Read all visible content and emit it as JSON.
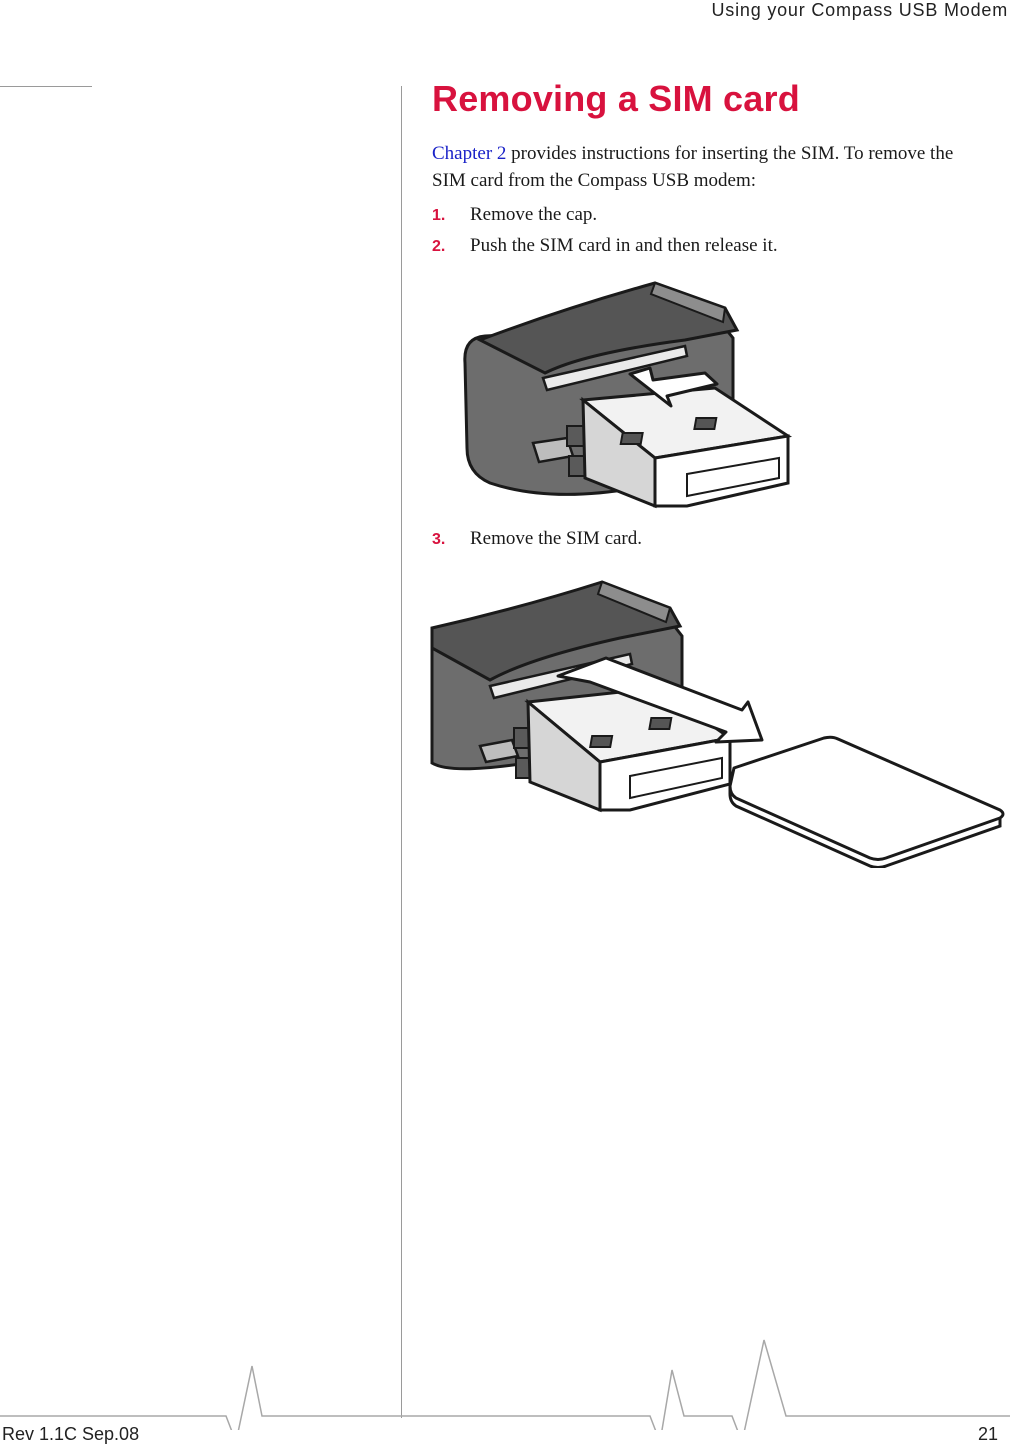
{
  "header": {
    "running_title": "Using your Compass USB Modem"
  },
  "section": {
    "title": "Removing a SIM card",
    "intro_link": "Chapter 2",
    "intro_rest": " provides instructions for inserting the SIM. To remove the SIM card from the Compass USB modem:"
  },
  "steps": [
    {
      "num": "1.",
      "text": "Remove the cap."
    },
    {
      "num": "2.",
      "text": "Push the SIM card in and then release it."
    },
    {
      "num": "3.",
      "text": "Remove the SIM card."
    }
  ],
  "figures": {
    "figure1": {
      "icon": "usb-modem-push-sim-illustration"
    },
    "figure2": {
      "icon": "usb-modem-remove-sim-illustration"
    }
  },
  "footer": {
    "revision": "Rev 1.1C  Sep.08",
    "page_number": "21"
  },
  "colors": {
    "heading": "#d8123e",
    "link": "#1a22c8",
    "rule": "#9a9a9a"
  }
}
